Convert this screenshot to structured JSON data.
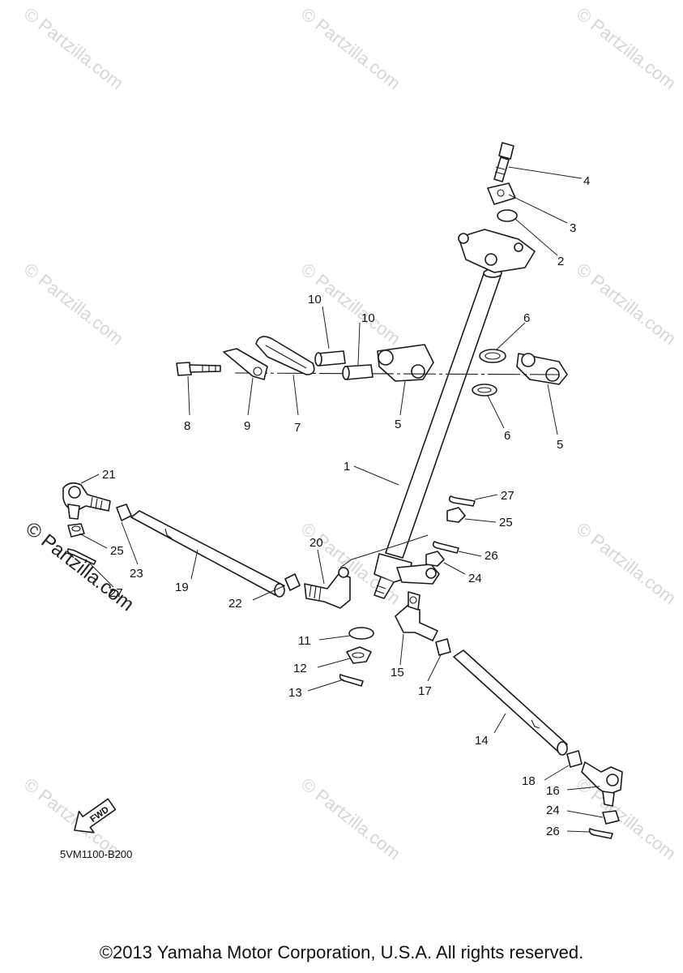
{
  "watermark": "© Partzilla.com",
  "side_watermark": "© Partzilla.com",
  "fwd_label": "FWD",
  "diagram_code": "5VM1100-B200",
  "copyright": "©2013 Yamaha Motor Corporation, U.S.A. All rights reserved.",
  "callouts": [
    {
      "id": "c4",
      "text": "4"
    },
    {
      "id": "c3",
      "text": "3"
    },
    {
      "id": "c2",
      "text": "2"
    },
    {
      "id": "c10a",
      "text": "10"
    },
    {
      "id": "c10b",
      "text": "10"
    },
    {
      "id": "c6a",
      "text": "6"
    },
    {
      "id": "c6b",
      "text": "6"
    },
    {
      "id": "c8",
      "text": "8"
    },
    {
      "id": "c9",
      "text": "9"
    },
    {
      "id": "c7",
      "text": "7"
    },
    {
      "id": "c5a",
      "text": "5"
    },
    {
      "id": "c5b",
      "text": "5"
    },
    {
      "id": "c1",
      "text": "1"
    },
    {
      "id": "c21",
      "text": "21"
    },
    {
      "id": "c27a",
      "text": "27"
    },
    {
      "id": "c25a",
      "text": "25"
    },
    {
      "id": "c25b",
      "text": "25"
    },
    {
      "id": "c23",
      "text": "23"
    },
    {
      "id": "c27b",
      "text": "27"
    },
    {
      "id": "c19",
      "text": "19"
    },
    {
      "id": "c20",
      "text": "20"
    },
    {
      "id": "c26a",
      "text": "26"
    },
    {
      "id": "c24a",
      "text": "24"
    },
    {
      "id": "c22",
      "text": "22"
    },
    {
      "id": "c11",
      "text": "11"
    },
    {
      "id": "c12",
      "text": "12"
    },
    {
      "id": "c13",
      "text": "13"
    },
    {
      "id": "c15",
      "text": "15"
    },
    {
      "id": "c17",
      "text": "17"
    },
    {
      "id": "c14",
      "text": "14"
    },
    {
      "id": "c18",
      "text": "18"
    },
    {
      "id": "c16",
      "text": "16"
    },
    {
      "id": "c24b",
      "text": "24"
    },
    {
      "id": "c26b",
      "text": "26"
    }
  ]
}
